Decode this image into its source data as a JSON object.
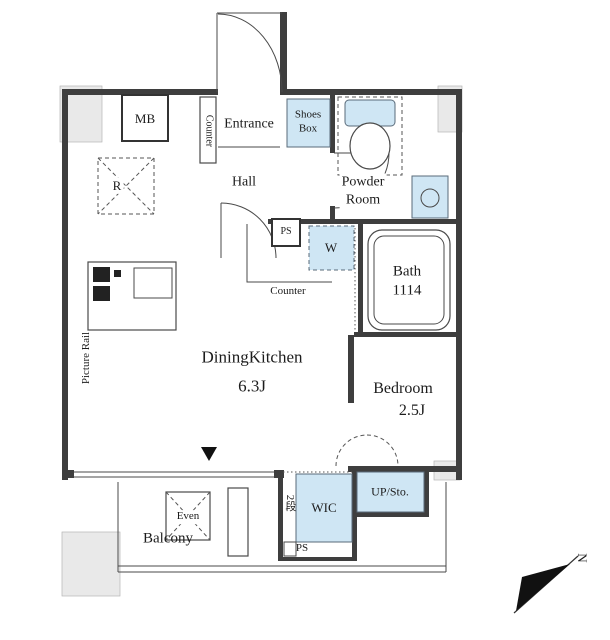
{
  "colors": {
    "accent_blue": "#cfe6f4",
    "wall": "#3e3e3e",
    "column_gray": "#e9e9e9"
  },
  "labels": {
    "mb": "MB",
    "counter_entrance": "Counter",
    "entrance": "Entrance",
    "shoes_box": "Shoes\nBox",
    "hall": "Hall",
    "powder_room": "Powder\nRoom",
    "r": "R",
    "ps_upper": "PS",
    "w": "W",
    "counter_mid": "Counter",
    "bath": "Bath\n1114",
    "picture_rail": "Picture Rail",
    "dk": "DiningKitchen",
    "dk_size": "6.3J",
    "bedroom": "Bedroom",
    "bedroom_size": "2.5J",
    "wic": "WIC",
    "up_sto": "UP/Sto.",
    "dan": "2段",
    "ps_lower": "PS",
    "even": "Even",
    "balcony": "Balcony",
    "north": "N"
  }
}
